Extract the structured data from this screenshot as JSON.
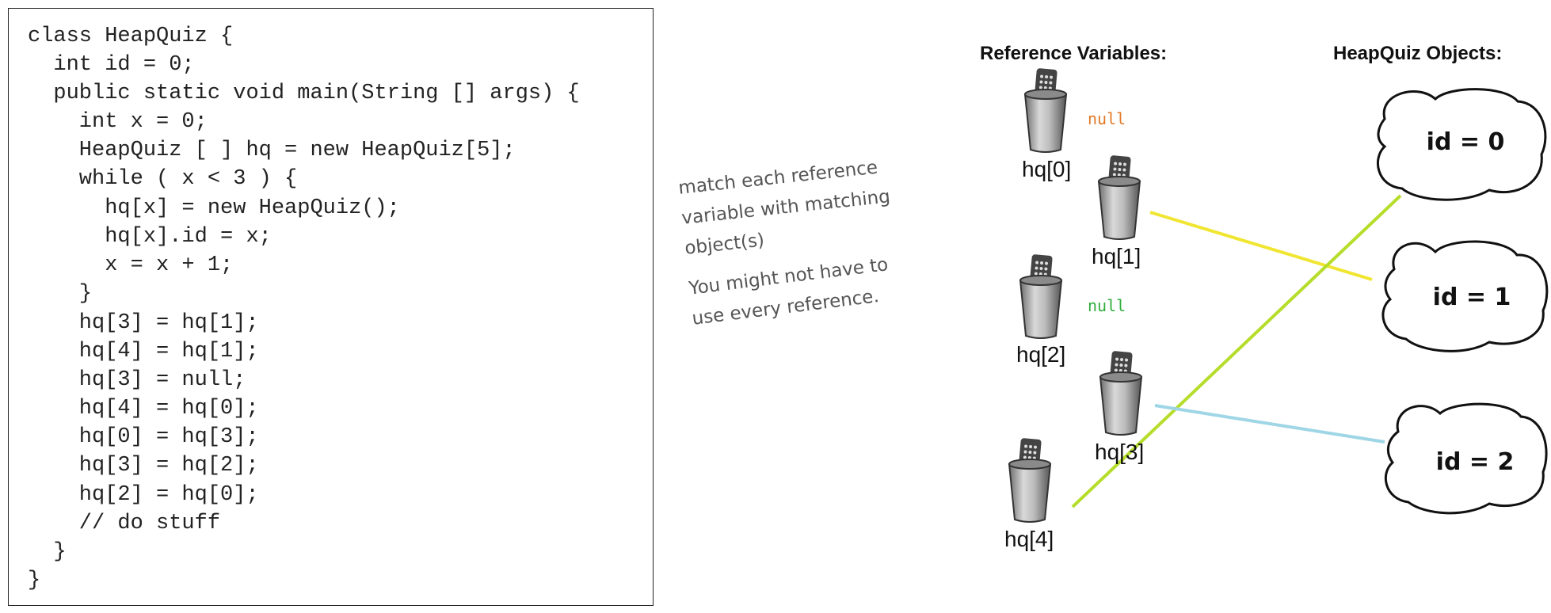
{
  "code": {
    "lines": [
      "class HeapQuiz {",
      "  int id = 0;",
      "  public static void main(String [] args) {",
      "    int x = 0;",
      "    HeapQuiz [ ] hq = new HeapQuiz[5];",
      "    while ( x < 3 ) {",
      "      hq[x] = new HeapQuiz();",
      "      hq[x].id = x;",
      "      x = x + 1;",
      "    }",
      "    hq[3] = hq[1];",
      "    hq[4] = hq[1];",
      "    hq[3] = null;",
      "    hq[4] = hq[0];",
      "    hq[0] = hq[3];",
      "    hq[3] = hq[2];",
      "    hq[2] = hq[0];",
      "    // do stuff",
      "  }",
      "}"
    ]
  },
  "notes": {
    "match": [
      "match each  reference",
      "variable with matching",
      "object(s)"
    ],
    "might": [
      "You might not have to",
      "use every reference."
    ]
  },
  "headings": {
    "refs": "Reference Variables:",
    "objects": "HeapQuiz  Objects:"
  },
  "refs": [
    {
      "label": "hq[0]",
      "null": "null",
      "null_color": "#e07a2a"
    },
    {
      "label": "hq[1]"
    },
    {
      "label": "hq[2]",
      "null": "null",
      "null_color": "#2fae3a"
    },
    {
      "label": "hq[3]"
    },
    {
      "label": "hq[4]"
    }
  ],
  "objects": [
    {
      "label": "id = 0"
    },
    {
      "label": "id = 1"
    },
    {
      "label": "id = 2"
    }
  ],
  "connections": [
    {
      "from": "hq[1]",
      "to": "id = 1",
      "color": "#f0e632"
    },
    {
      "from": "hq[4]",
      "to": "id = 0",
      "color": "#b5dd2a"
    },
    {
      "from": "hq[3]",
      "to": "id = 2",
      "color": "#9fd6e6"
    }
  ]
}
